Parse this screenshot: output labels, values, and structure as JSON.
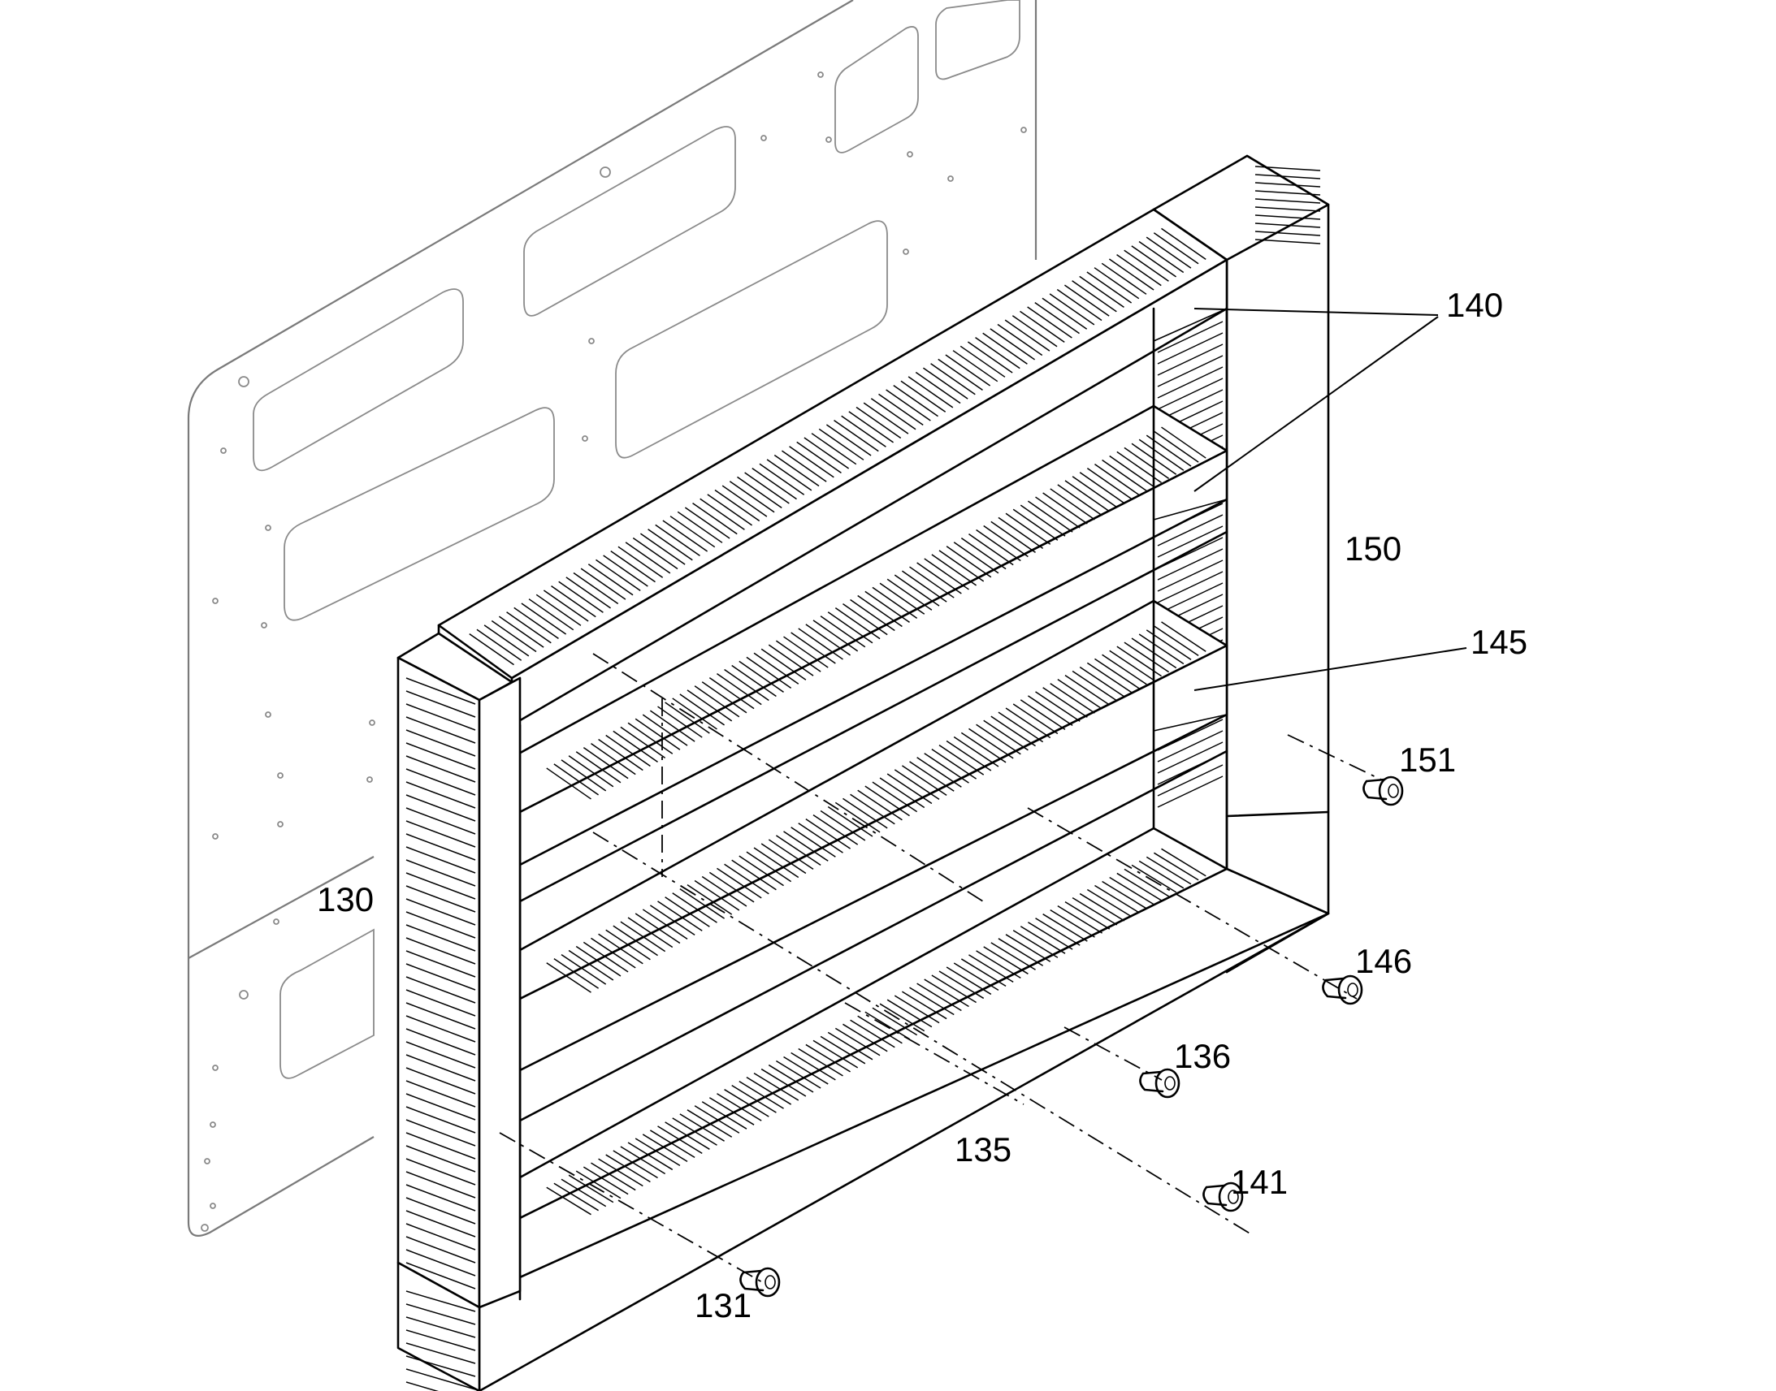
{
  "figure": {
    "reference_numerals": {
      "bottom_left_screw": "131",
      "left_vertical_duct": "130",
      "bottom_horizontal_duct": "135",
      "screw_136": "136",
      "horizontal_ducts": "140",
      "screw_141": "141",
      "middle_horizontal_duct": "145",
      "screw_146": "146",
      "right_vertical_duct": "150",
      "screw_151": "151"
    },
    "components": [
      "back-panel-plate",
      "left-vertical-duct",
      "right-vertical-duct",
      "top-horizontal-duct",
      "upper-middle-horizontal-duct",
      "lower-middle-horizontal-duct",
      "bottom-horizontal-duct",
      "screws"
    ]
  }
}
